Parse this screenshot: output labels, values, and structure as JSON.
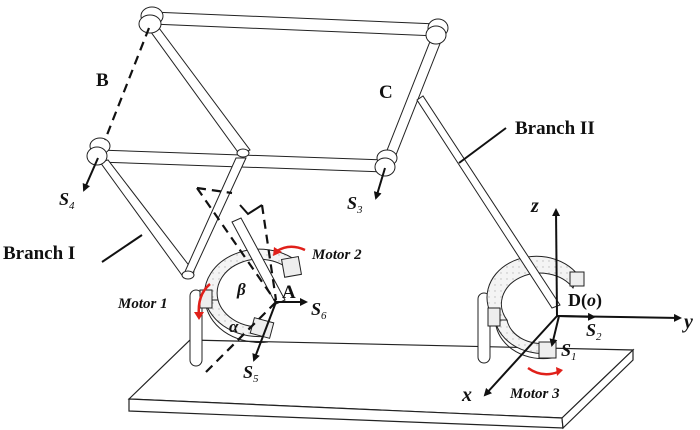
{
  "figure": {
    "title": "Parallel mechanism schematic with three motors",
    "points": {
      "A": "A",
      "B": "B",
      "C": "C",
      "D": "D",
      "origin": "o"
    },
    "branches": {
      "branch1": "Branch I",
      "branch2": "Branch II"
    },
    "motors": {
      "motor1": "Motor 1",
      "motor2": "Motor 2",
      "motor3": "Motor 3"
    },
    "screws": {
      "symbol": "S",
      "s1": "1",
      "s2": "2",
      "s3": "3",
      "s4": "4",
      "s5": "5",
      "s6": "6"
    },
    "angles": {
      "alpha": "α",
      "beta": "β"
    },
    "axes": {
      "x": "x",
      "y": "y",
      "z": "z"
    },
    "colors": {
      "motor_arrow": "#e0201a",
      "line": "#111111"
    }
  }
}
